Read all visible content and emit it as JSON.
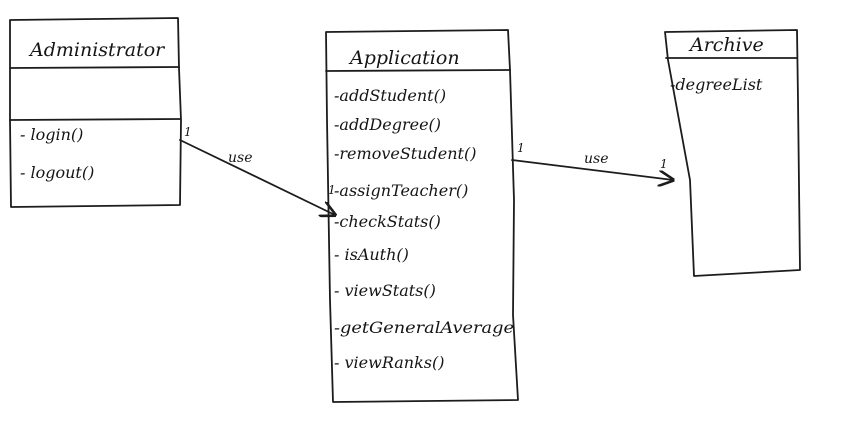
{
  "classes": {
    "administrator": {
      "name": "Administrator",
      "attributes": [],
      "methods": [
        "- login()",
        "- logout()"
      ]
    },
    "application": {
      "name": "Application",
      "attributes": [],
      "methods": [
        "-addStudent()",
        "-addDegree()",
        "-removeStudent()",
        "-assignTeacher()",
        "-checkStats()",
        "- isAuth()",
        "- viewStats()",
        "-getGeneralAverage",
        "- viewRanks()"
      ]
    },
    "archive": {
      "name": "Archive",
      "attributes": [
        "-degreeList"
      ],
      "methods": []
    }
  },
  "associations": {
    "admin_app": {
      "label": "use",
      "source_multiplicity": "1",
      "target_multiplicity": "1"
    },
    "app_archive": {
      "label": "use",
      "source_multiplicity": "1",
      "target_multiplicity": "1"
    }
  },
  "colors": {
    "ink": "#1c1c1c",
    "paper": "#ffffff"
  }
}
